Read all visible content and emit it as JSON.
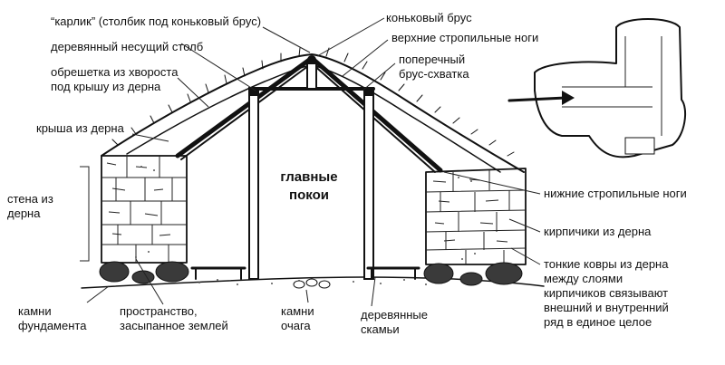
{
  "labels": {
    "karlik": "“карлик” (столбик под коньковый брус)",
    "post": "деревянный несущий столб",
    "lathing": "обрешетка из хвороста\nпод крышу из дерна",
    "roof": "крыша из дерна",
    "wall": "стена из\nдерна",
    "foundation": "камни\nфундамента",
    "space": "пространство,\nзасыпанное землей",
    "hearth": "камни\nочага",
    "benches": "деревянные\nскамьи",
    "ridge": "коньковый брус",
    "upper_rafters": "верхние стропильные ноги",
    "crossbeam": "поперечный\nбрус-схватка",
    "lower_rafters": "нижние стропильные ноги",
    "bricks": "кирпичики из дерна",
    "thin_mats": "тонкие ковры из дерна\nмежду слоями\nкирпичиков связывают\nвнешний и внутренний\nряд в единое целое"
  },
  "center_title": "главные\nпокои",
  "colors": {
    "ink": "#111111",
    "stone": "#3a3a3a",
    "background": "#ffffff"
  },
  "icons": {
    "arrow": "arrow-right-icon"
  }
}
